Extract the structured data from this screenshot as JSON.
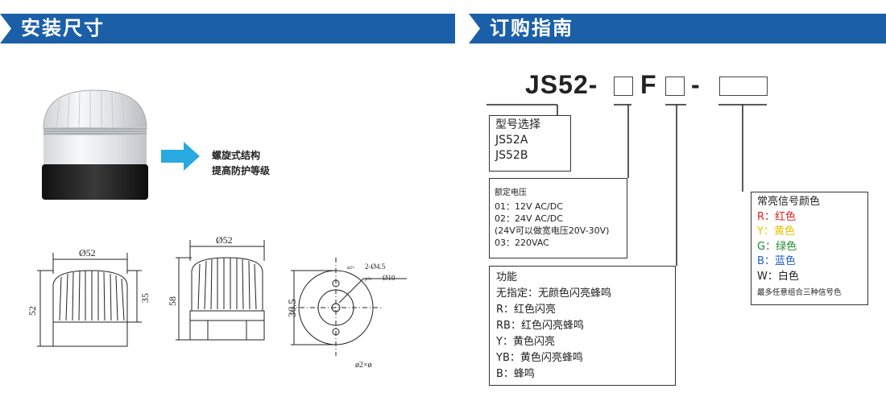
{
  "headers": {
    "left": "安装尺寸",
    "right": "订购指南"
  },
  "feature": {
    "line1": "螺旋式结构",
    "line2": "提高防护等级"
  },
  "drawings": {
    "front": {
      "width": "Ø52",
      "height_total": "52",
      "height_dome": "35"
    },
    "side": {
      "width": "Ø52",
      "height": "58"
    },
    "bottom": {
      "height": "36.5",
      "hole_note1": "2-Ø4.5",
      "hole_note2": "Ø10",
      "tiny1": "ø2×",
      "tiny2": "µ¼",
      "caption": "ø2×ø"
    }
  },
  "order": {
    "code_prefix": "JS52-",
    "code_mid": "F",
    "code_dash": "-",
    "model": {
      "title": "型号选择",
      "items": [
        "JS52A",
        "JS52B"
      ]
    },
    "voltage": {
      "title": "额定电压",
      "items": [
        "01：12V AC/DC",
        "02：24V AC/DC",
        "(24V可以做宽电压20V-30V)",
        "03：220VAC"
      ]
    },
    "function": {
      "title": "功能",
      "items": [
        "无指定：无颜色闪亮蜂鸣",
        "R：红色闪亮",
        "RB：红色闪亮蜂鸣",
        "Y：黄色闪亮",
        "YB：黄色闪亮蜂鸣",
        "B：蜂鸣"
      ]
    },
    "colors": {
      "title": "常亮信号颜色",
      "items": [
        {
          "key": "R：",
          "name": "红色",
          "color": "#e0201b"
        },
        {
          "key": "Y：",
          "name": "黄色",
          "color": "#e6c200"
        },
        {
          "key": "G：",
          "name": "绿色",
          "color": "#1c8a2e"
        },
        {
          "key": "B：",
          "name": "蓝色",
          "color": "#1f5fc4"
        },
        {
          "key": "W：",
          "name": "白色",
          "color": "#222222"
        }
      ],
      "note": "最多任意组合三种信号色"
    }
  }
}
